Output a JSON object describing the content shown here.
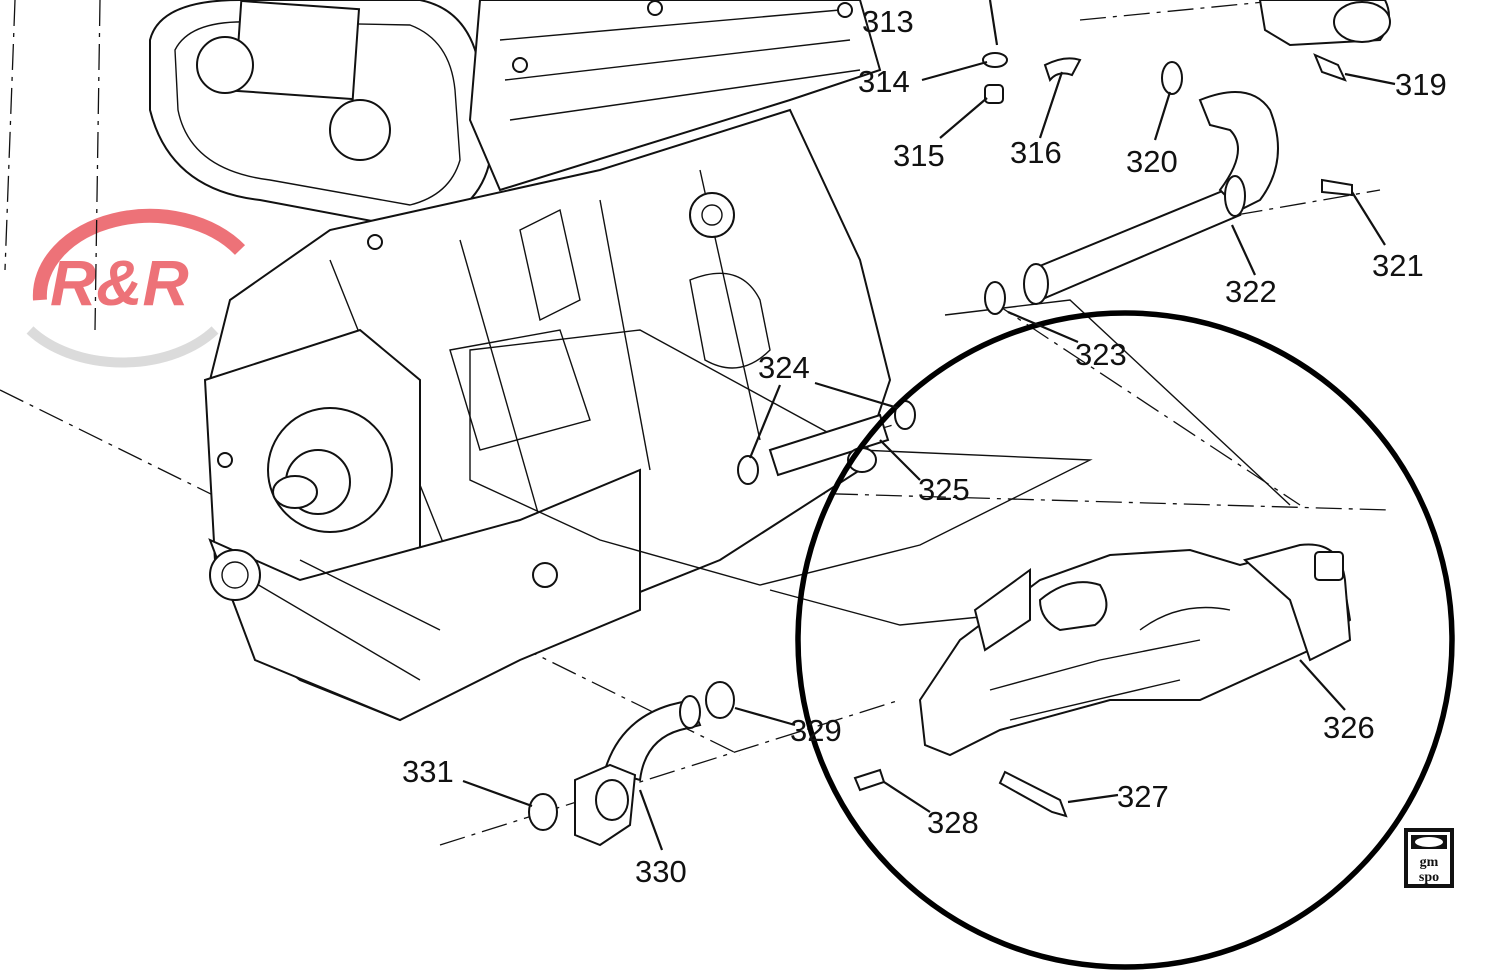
{
  "diagram": {
    "callouts": [
      "313",
      "314",
      "315",
      "316",
      "319",
      "320",
      "321",
      "322",
      "323",
      "324",
      "325",
      "326",
      "327",
      "328",
      "329",
      "330",
      "331"
    ],
    "badge": {
      "line1": "gm",
      "line2": "spo"
    },
    "watermark": {
      "text": "R&R"
    },
    "colors": {
      "ink": "#111111",
      "paper": "#ffffff",
      "watermark": "#e8434c",
      "highlight_circle": "#000000"
    }
  }
}
